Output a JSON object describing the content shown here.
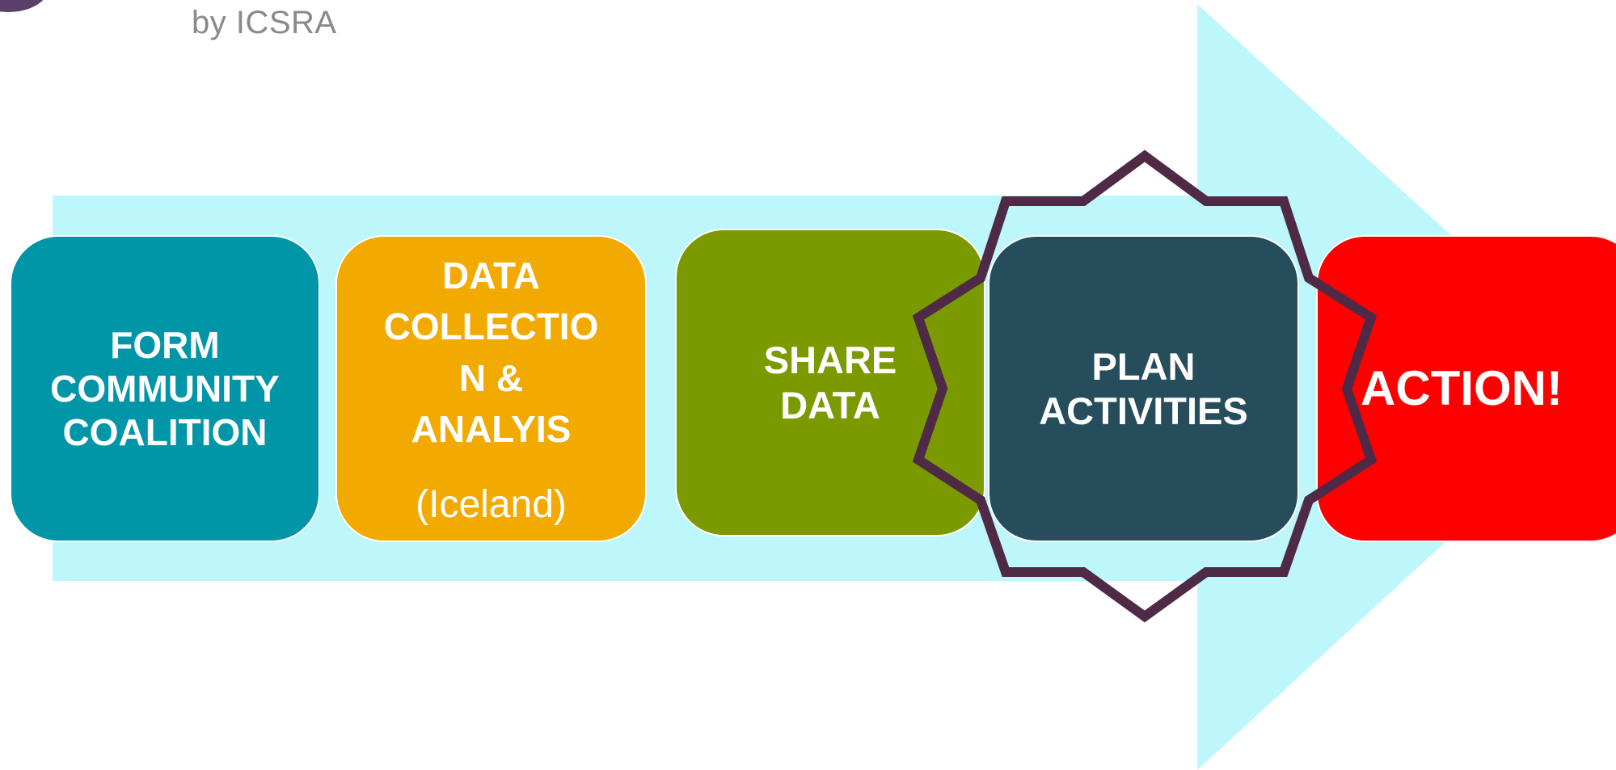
{
  "header": {
    "byline": "by ICSRA"
  },
  "colors": {
    "arrow": "#bdf6fb",
    "step1": "#0096a8",
    "step2": "#f2a900",
    "step3": "#7a9a00",
    "step4": "#264d5c",
    "step5": "#ff0000",
    "highlight_outline": "#4f2a47"
  },
  "steps": [
    {
      "label": "FORM\nCOMMUNITY\nCOALITION"
    },
    {
      "label": "DATA\nCOLLECTIO\nN &\nANALYIS",
      "note": "(Iceland)"
    },
    {
      "label": "SHARE\nDATA"
    },
    {
      "label": "PLAN\nACTIVITIES"
    },
    {
      "label": "ACTION!"
    }
  ]
}
